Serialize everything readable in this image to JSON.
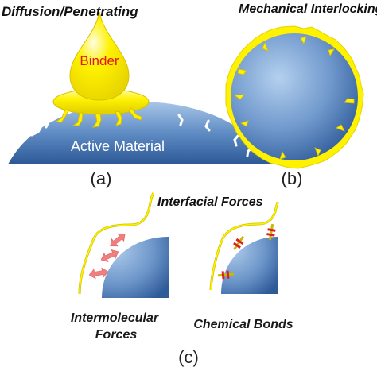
{
  "panel_a": {
    "title": "Diffusion/Penetrating",
    "binder_label": "Binder",
    "material_label": "Active Material",
    "panel_label": "(a)"
  },
  "panel_b": {
    "title": "Mechanical Interlocking",
    "panel_label": "(b)"
  },
  "panel_c": {
    "title": "Interfacial Forces",
    "left_label_line1": "Intermolecular",
    "left_label_line2": "Forces",
    "right_label": "Chemical Bonds",
    "panel_label": "(c)"
  },
  "colors": {
    "binder_yellow": "#ffee00",
    "binder_outline": "#d8c000",
    "particle_light": "#a9c8ea",
    "particle_dark": "#2d5a9a",
    "force_arrow": "#f08080",
    "bond_red": "#e02020"
  }
}
